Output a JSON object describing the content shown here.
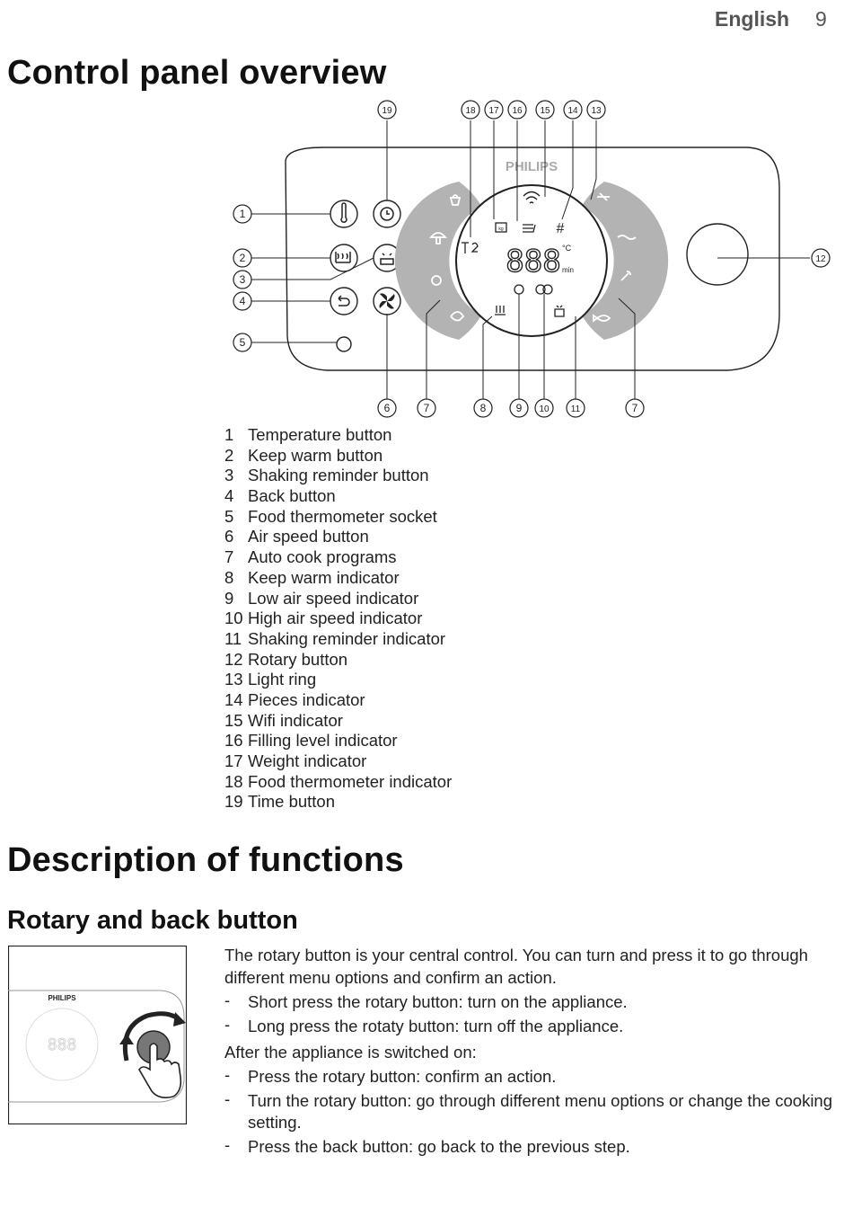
{
  "header": {
    "language": "English",
    "page_number": "9"
  },
  "section1": {
    "title": "Control panel overview"
  },
  "panel": {
    "brand": "PHILIPS",
    "display_digits": "888",
    "unit_celsius": "°C",
    "unit_min": "min",
    "pieces_symbol": "#",
    "weight_symbol": "kg",
    "callouts": [
      "1",
      "2",
      "3",
      "4",
      "5",
      "6",
      "7",
      "8",
      "9",
      "10",
      "11",
      "12",
      "13",
      "14",
      "15",
      "16",
      "17",
      "18",
      "19"
    ]
  },
  "legend": [
    {
      "num": "1",
      "label": "Temperature button"
    },
    {
      "num": "2",
      "label": "Keep warm button"
    },
    {
      "num": "3",
      "label": "Shaking reminder button"
    },
    {
      "num": "4",
      "label": "Back button"
    },
    {
      "num": "5",
      "label": "Food thermometer socket"
    },
    {
      "num": "6",
      "label": "Air speed button"
    },
    {
      "num": "7",
      "label": "Auto cook programs"
    },
    {
      "num": "8",
      "label": "Keep warm indicator"
    },
    {
      "num": "9",
      "label": "Low air speed indicator"
    },
    {
      "num": "10",
      "label": "High air speed indicator"
    },
    {
      "num": "11",
      "label": "Shaking reminder indicator"
    },
    {
      "num": "12",
      "label": "Rotary button"
    },
    {
      "num": "13",
      "label": "Light ring"
    },
    {
      "num": "14",
      "label": "Pieces indicator"
    },
    {
      "num": "15",
      "label": "Wifi indicator"
    },
    {
      "num": "16",
      "label": "Filling level indicator"
    },
    {
      "num": "17",
      "label": "Weight indicator"
    },
    {
      "num": "18",
      "label": "Food thermometer indicator"
    },
    {
      "num": "19",
      "label": "Time button"
    }
  ],
  "section2": {
    "title": "Description of functions"
  },
  "section3": {
    "title": "Rotary and back button",
    "thumb_brand": "PHILIPS",
    "thumb_digits": "888",
    "intro": "The rotary button is your central control. You can turn and press it to go through different menu options and confirm an action.",
    "bullets_a": [
      "Short press the rotary button: turn on the appliance.",
      "Long press the rotaty button: turn off the appliance."
    ],
    "after_text": "After the appliance is switched on:",
    "bullets_b": [
      "Press the rotary button: confirm an action.",
      "Turn the rotary button: go through different menu options or change the cooking setting.",
      "Press the back button: go back to the previous step."
    ],
    "bullet_mark": "-"
  },
  "colors": {
    "ring_gray": "#b3b3b3",
    "line": "#222222",
    "heading": "#111111",
    "header_gray": "#555555"
  }
}
